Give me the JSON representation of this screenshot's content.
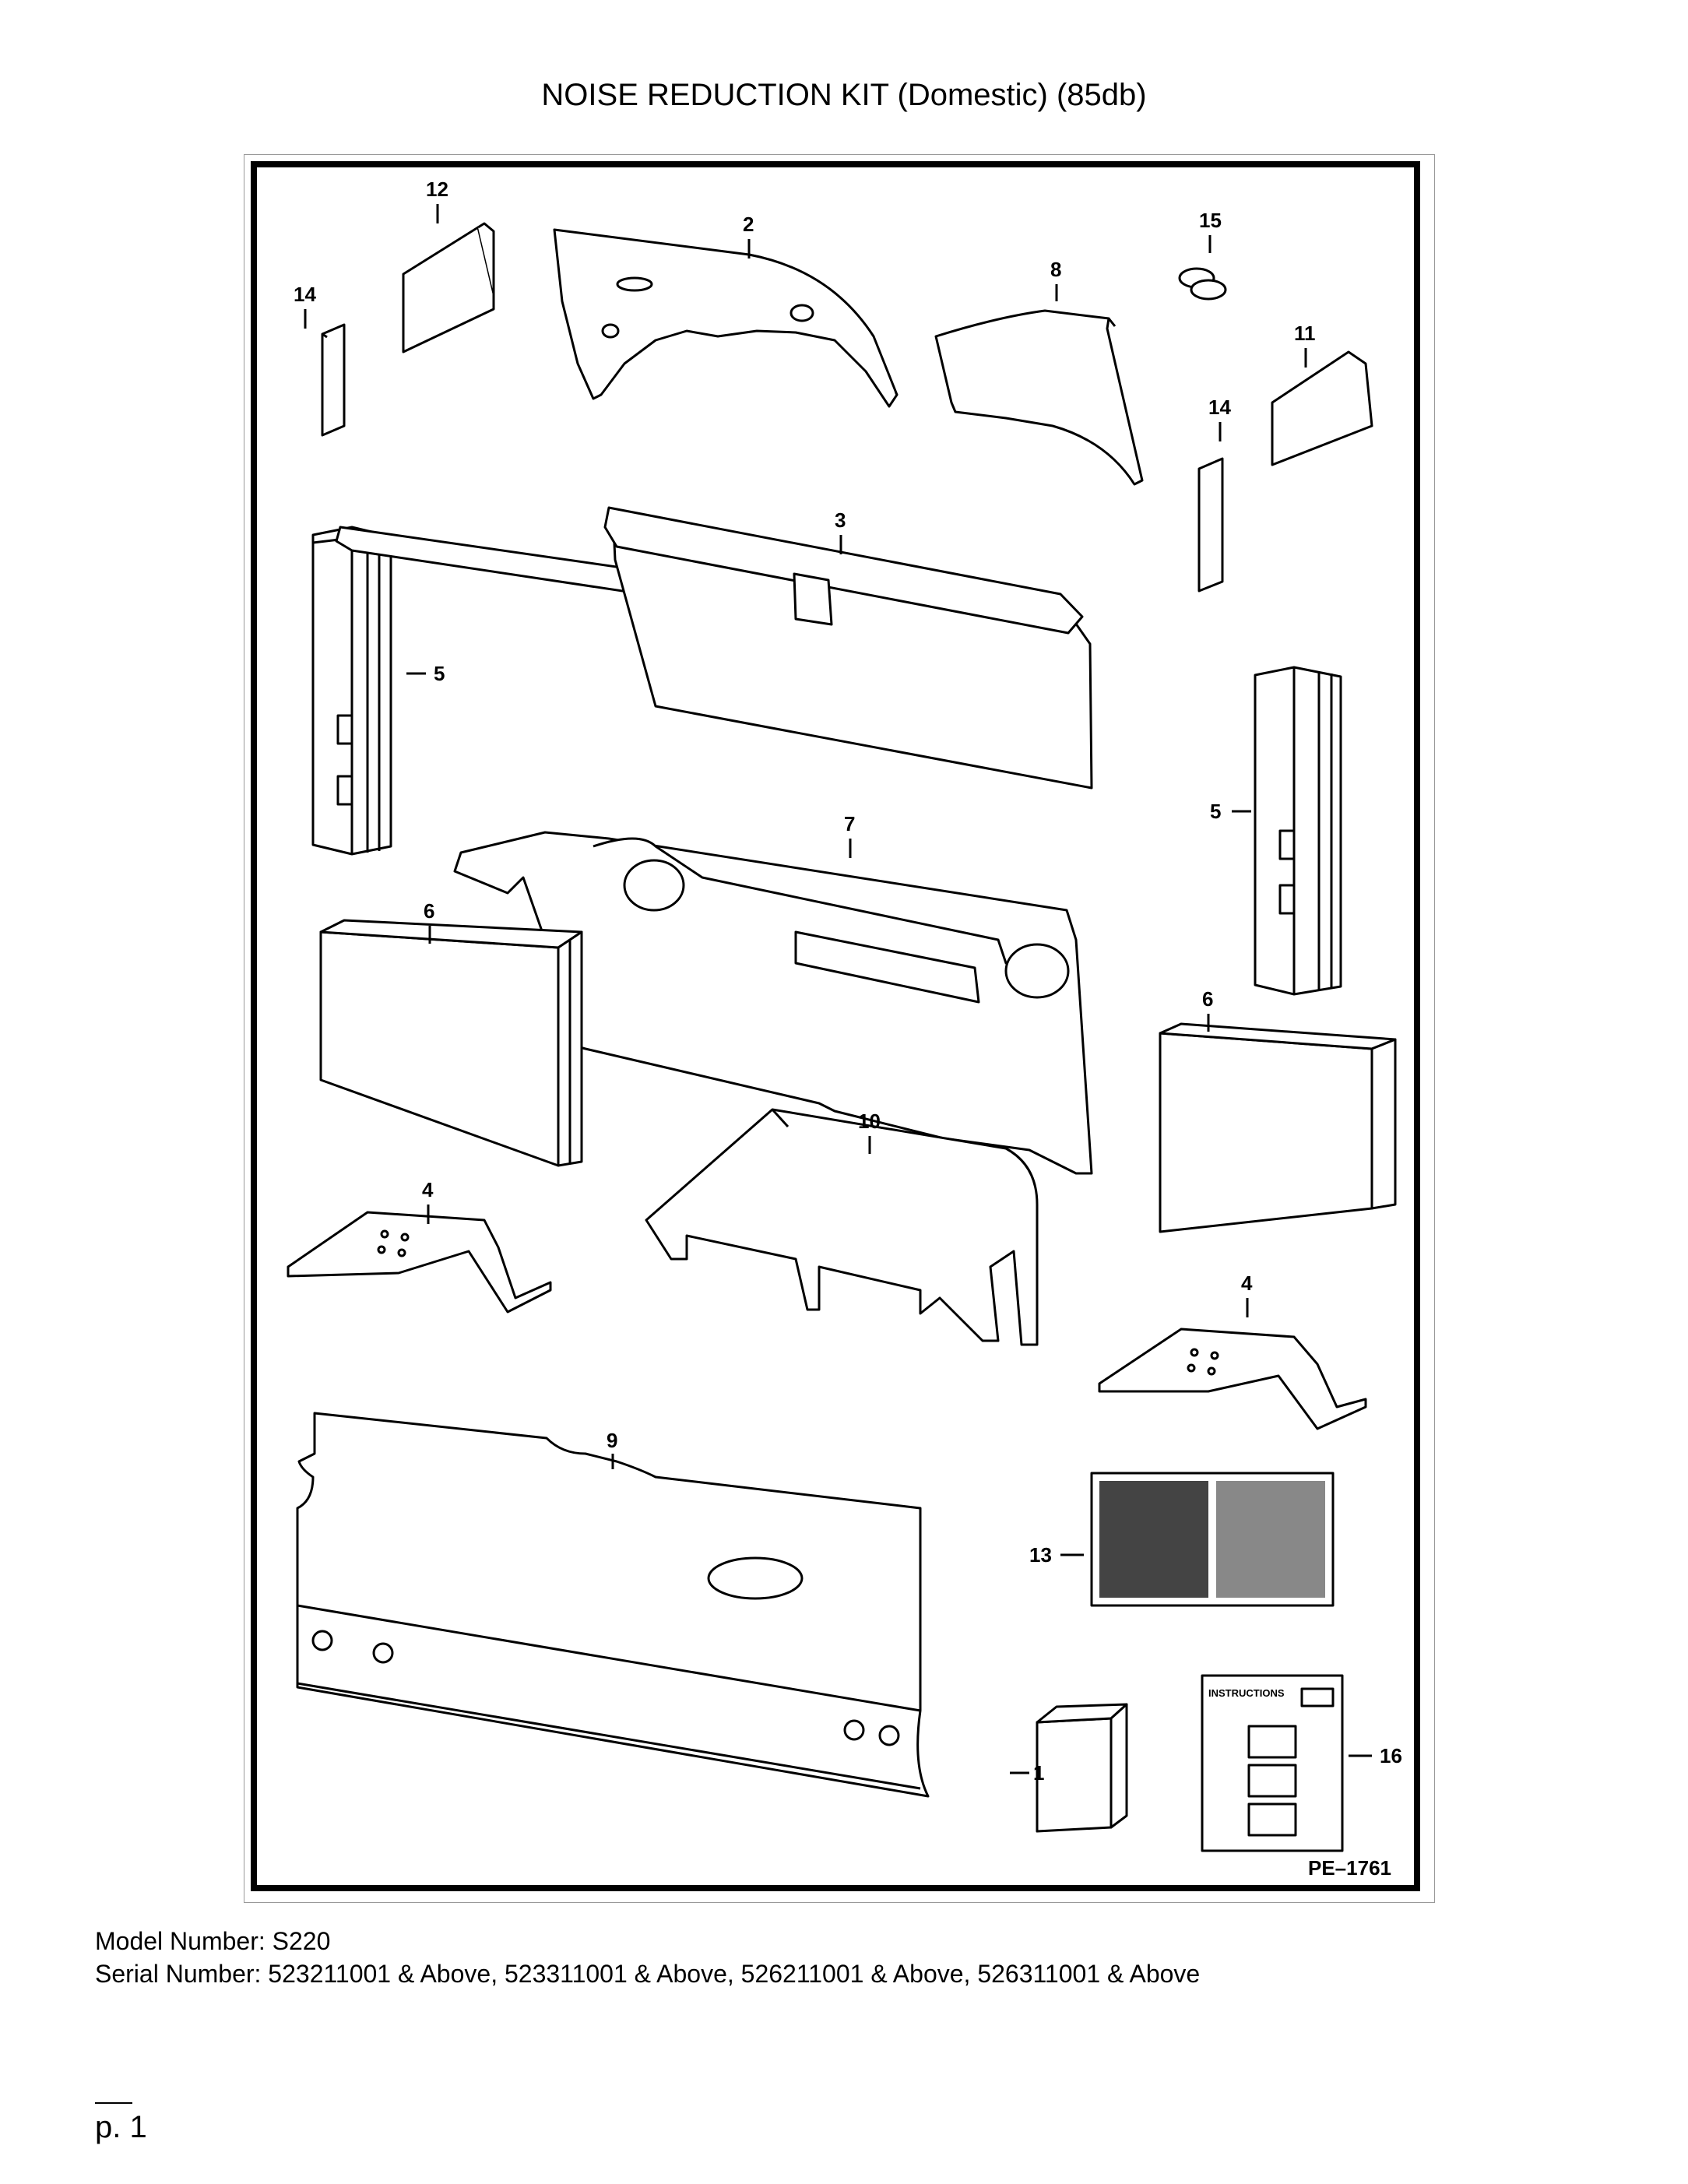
{
  "page": {
    "title": "NOISE REDUCTION KIT (Domestic) (85db)",
    "figure_code": "PE–1761",
    "model_line": "Model Number: S220",
    "serial_line": "Serial Number: 523211001 & Above, 523311001 & Above, 526211001 & Above, 526311001 & Above",
    "page_number": "p. 1"
  },
  "callouts": [
    "1",
    "2",
    "3",
    "4",
    "4",
    "5",
    "5",
    "6",
    "6",
    "7",
    "8",
    "9",
    "10",
    "11",
    "12",
    "13",
    "14",
    "14",
    "15",
    "16"
  ],
  "instruction_sheet_label": "INSTRUCTIONS"
}
